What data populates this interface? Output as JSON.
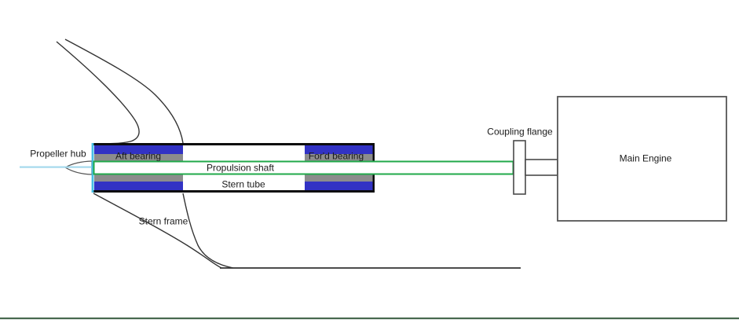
{
  "diagram": {
    "labels": {
      "propeller_hub": "Propeller hub",
      "aft_bearing": "Aft bearing",
      "propulsion_shaft": "Propulsion shaft",
      "stern_tube": "Stern tube",
      "ford_bearing": "For'd bearing",
      "stern_frame": "Stern frame",
      "coupling_flange": "Coupling flange",
      "main_engine": "Main Engine"
    },
    "colors": {
      "bearing_blue": "#3232c4",
      "bearing_gray": "#8c8c8c",
      "shaft_green": "#21a94a",
      "tube_black": "#0d0d0d",
      "hull_line": "#333333",
      "centerline_light_blue": "#a5d9ec",
      "seal_cyan": "#45bee4",
      "hub_outline": "#555555",
      "flange_outline": "#4a4a4a",
      "engine_outline": "#555555",
      "bottom_rule_green": "#47684e",
      "white": "#ffffff"
    }
  }
}
